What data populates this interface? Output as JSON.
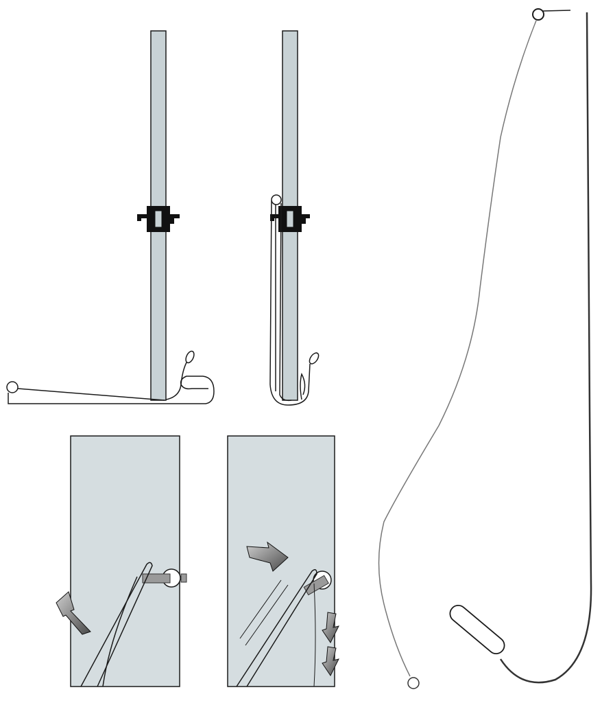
{
  "colors": {
    "background": "#ffffff",
    "door_fill": "#c8d2d5",
    "panel_fill": "#d5dde0",
    "outline": "#1a1a1a",
    "arrow_fill": "#6f6f6f",
    "wire": "#555555"
  },
  "figures": [
    {
      "id": "door-edge-tool-flat",
      "icons": [
        "door-edge",
        "lever-handle",
        "wire-tool"
      ]
    },
    {
      "id": "door-edge-tool-hooked",
      "icons": [
        "door-edge",
        "lever-handle",
        "wire-tool"
      ]
    },
    {
      "id": "door-panel-pull-up",
      "icons": [
        "door-panel",
        "lever-handle",
        "up-arrow"
      ]
    },
    {
      "id": "door-panel-pull-down",
      "icons": [
        "door-panel",
        "lever-handle",
        "down-arrow"
      ]
    },
    {
      "id": "wire-tool-full",
      "icons": [
        "wire-tool",
        "ring-loop",
        "grip-handle"
      ]
    }
  ]
}
